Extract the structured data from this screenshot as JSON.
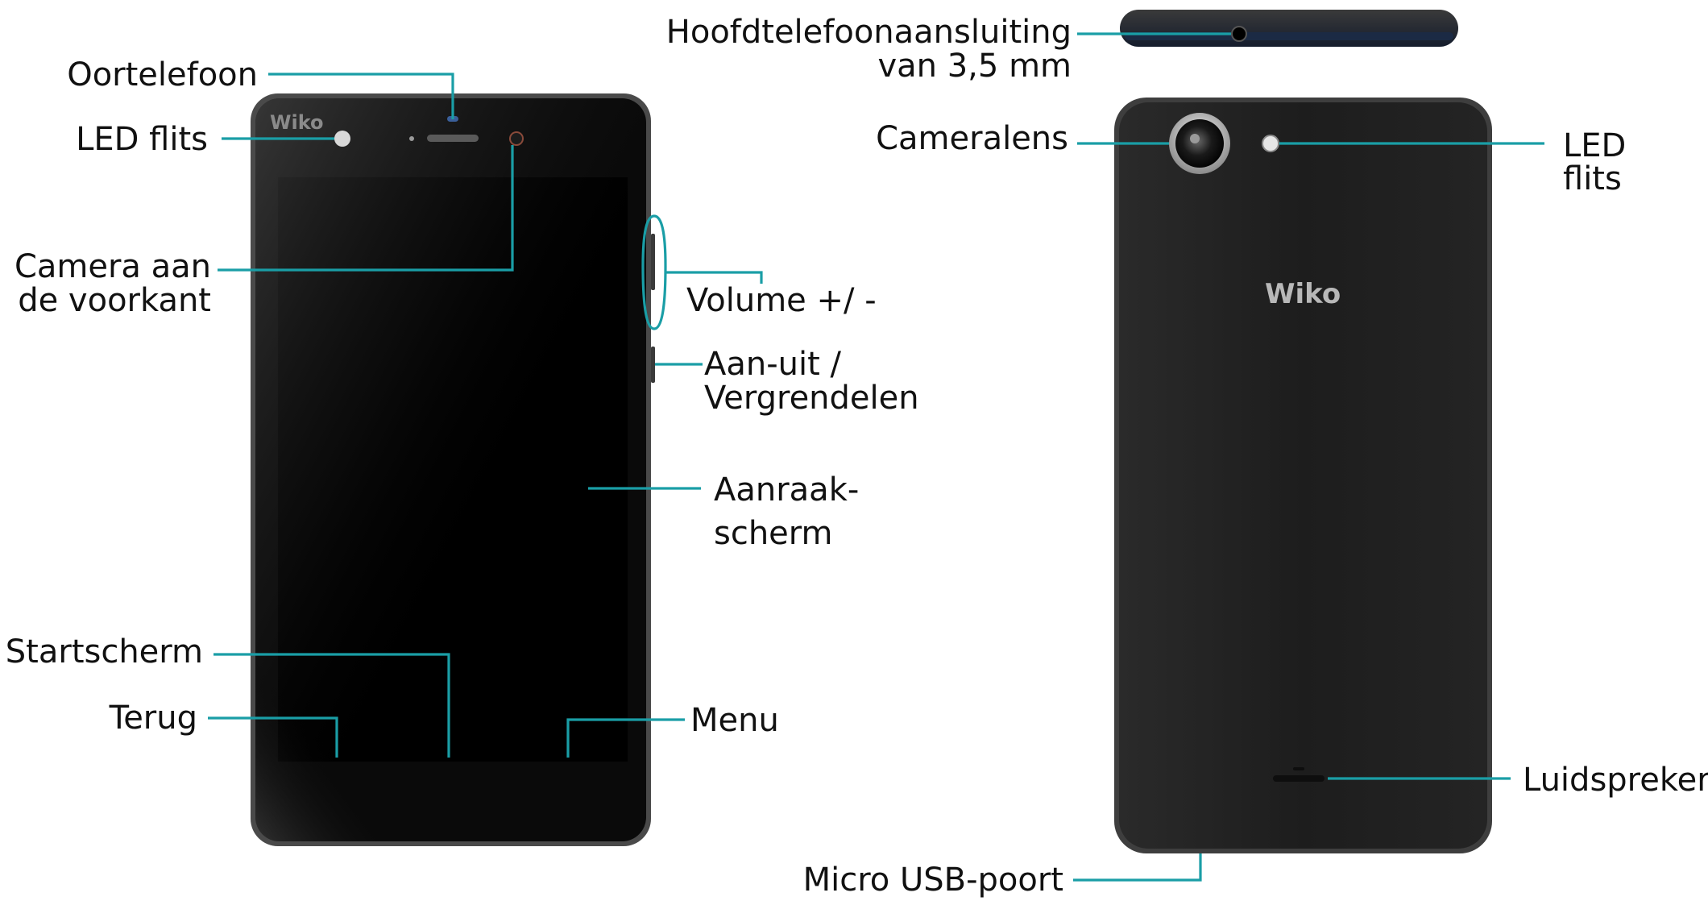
{
  "colors": {
    "leader": "#1a9ea6",
    "label_text": "#111111",
    "phone_body": "#0a0a0a",
    "phone_frame": "#4a4a4a",
    "back_shell": "#1c1c1c"
  },
  "front": {
    "brand": "Wiko",
    "labels": {
      "oortelefoon": "Oortelefoon",
      "led_flits": "LED flits",
      "camera_line1": "Camera aan",
      "camera_line2": "de voorkant",
      "volume": "Volume +/ -",
      "power_line1": "Aan-uit /",
      "power_line2": "Vergrendelen",
      "touch_line1": "Aanraak-",
      "touch_line2": "scherm",
      "startscherm": "Startscherm",
      "terug": "Terug",
      "menu": "Menu"
    }
  },
  "back": {
    "brand": "Wiko",
    "labels": {
      "headphone_line1": "Hoofdtelefoonaansluiting",
      "headphone_line2": "van 3,5 mm",
      "cameralens": "Cameralens",
      "led_line1": "LED",
      "led_line2": "flits",
      "luidspreker": "Luidspreker",
      "usb": "Micro USB-poort"
    }
  }
}
